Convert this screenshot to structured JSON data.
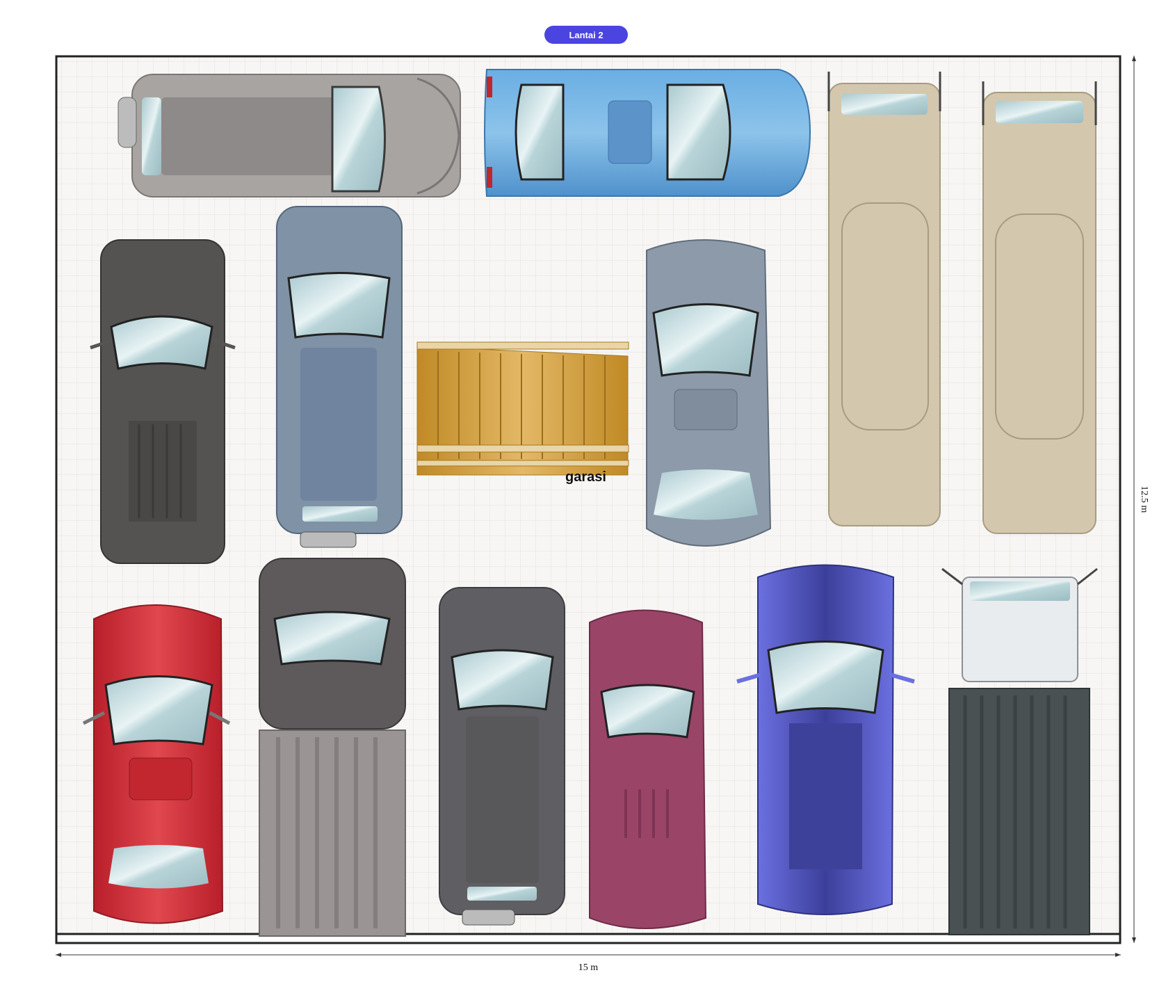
{
  "floor": {
    "label": "Lantai 2"
  },
  "dimensions": {
    "width_label": "15 m",
    "height_label": "12.5 m"
  },
  "ramp": {
    "label": "garasi"
  },
  "colors": {
    "accent": "#4b44e0",
    "grid_bg": "#f7f6f4",
    "grid_line": "#e3e1dd",
    "wall": "#222222",
    "ramp_wood": "#c9962f"
  },
  "vehicles": [
    {
      "name": "silver-minivan",
      "type": "van",
      "color": "#a8a4a2"
    },
    {
      "name": "blue-sedan",
      "type": "sedan",
      "color": "#5c9fd6"
    },
    {
      "name": "beige-bus-1",
      "type": "bus",
      "color": "#d3c7ae"
    },
    {
      "name": "beige-bus-2",
      "type": "bus",
      "color": "#d3c7ae"
    },
    {
      "name": "dark-gray-pickup",
      "type": "pickup",
      "color": "#555352"
    },
    {
      "name": "slate-blue-suv",
      "type": "suv",
      "color": "#7f92a6"
    },
    {
      "name": "gray-sedan",
      "type": "sedan",
      "color": "#8c9aaa"
    },
    {
      "name": "red-sedan",
      "type": "sedan",
      "color": "#cf2b34"
    },
    {
      "name": "gray-pickup-truck",
      "type": "pickup",
      "color": "#5e5a5b"
    },
    {
      "name": "dark-suv",
      "type": "suv",
      "color": "#5f5e62"
    },
    {
      "name": "maroon-hatchback",
      "type": "hatchback",
      "color": "#9a4468"
    },
    {
      "name": "purple-suv",
      "type": "suv",
      "color": "#4a4fb0"
    },
    {
      "name": "white-box-truck",
      "type": "truck",
      "color": "#e8ecef"
    }
  ]
}
